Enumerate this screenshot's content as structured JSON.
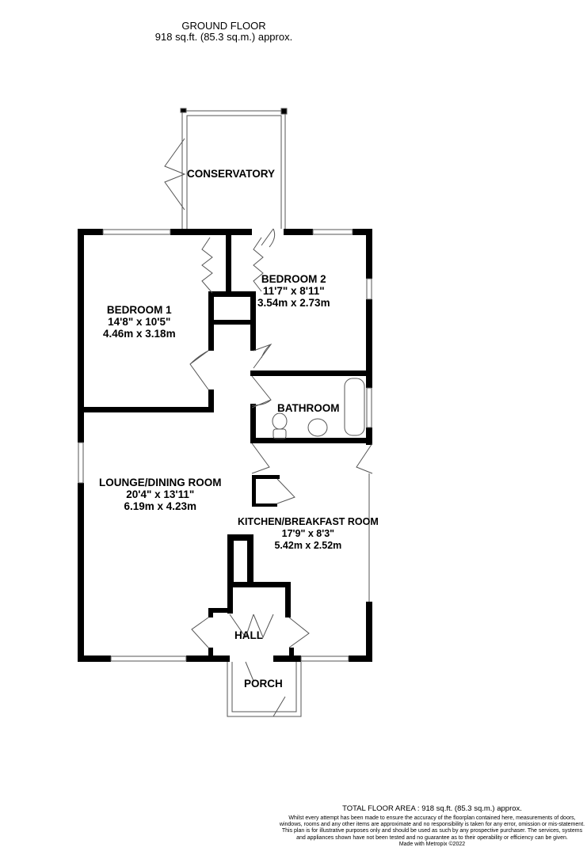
{
  "header": {
    "floor": "GROUND FLOOR",
    "area": "918 sq.ft. (85.3 sq.m.) approx."
  },
  "rooms": {
    "conservatory": {
      "name": "CONSERVATORY"
    },
    "bedroom1": {
      "name": "BEDROOM 1",
      "imperial": "14'8\"  x 10'5\"",
      "metric": "4.46m  x 3.18m"
    },
    "bedroom2": {
      "name": "BEDROOM 2",
      "imperial": "11'7\"  x 8'11\"",
      "metric": "3.54m  x 2.73m"
    },
    "bathroom": {
      "name": "BATHROOM"
    },
    "lounge": {
      "name": "LOUNGE/DINING ROOM",
      "imperial": "20'4\"  x 13'11\"",
      "metric": "6.19m  x 4.23m"
    },
    "kitchen": {
      "name": "KITCHEN/BREAKFAST ROOM",
      "imperial": "17'9\"  x 8'3\"",
      "metric": "5.42m  x 2.52m"
    },
    "hall": {
      "name": "HALL"
    },
    "porch": {
      "name": "PORCH"
    }
  },
  "footer": {
    "total": "TOTAL FLOOR AREA : 918 sq.ft. (85.3 sq.m.) approx.",
    "disclaimer": "Whilst every attempt has been made to ensure the accuracy of the floorplan contained here, measurements of doors, windows, rooms and any other items are approximate and no responsibility is taken for any error, omission or mis-statement. This plan is for illustrative purposes only and should be used as such by any prospective purchaser. The services, systems and appliances shown have not been tested and no guarantee as to their operability or efficiency can be given.",
    "credit": "Made with Metropix ©2022"
  }
}
